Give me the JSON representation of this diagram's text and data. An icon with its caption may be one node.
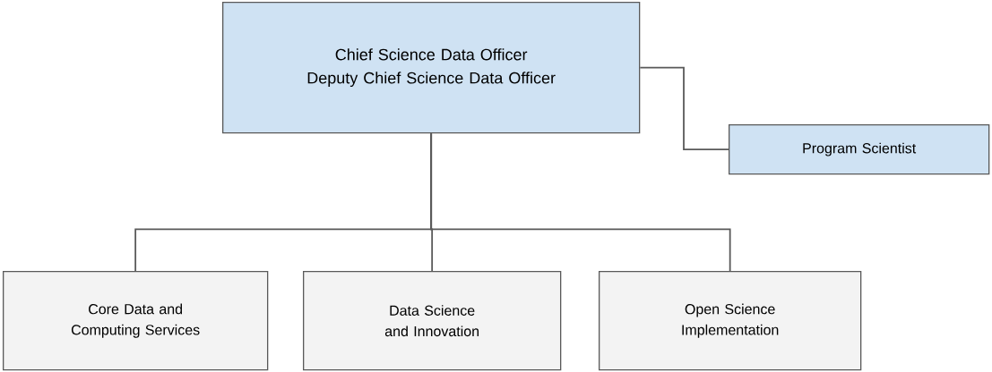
{
  "diagram": {
    "nodes": [
      {
        "text": [
          "Chief Science Data Officer",
          "Deputy Chief Science Data Officer"
        ]
      },
      {
        "text": [
          "Program Scientist"
        ]
      },
      {
        "text": [
          "Core Data and Computing Services"
        ]
      },
      {
        "text": [
          "Data Science and Innovation"
        ]
      },
      {
        "text": [
          "Open Science Implementation"
        ]
      }
    ],
    "edges": [
      {
        "from": 0,
        "to": 1,
        "arrow": "none"
      },
      {
        "from": 0,
        "to": 2,
        "arrow": "none"
      },
      {
        "from": 0,
        "to": 3,
        "arrow": "none"
      },
      {
        "from": 0,
        "to": 4,
        "arrow": "none"
      }
    ]
  }
}
